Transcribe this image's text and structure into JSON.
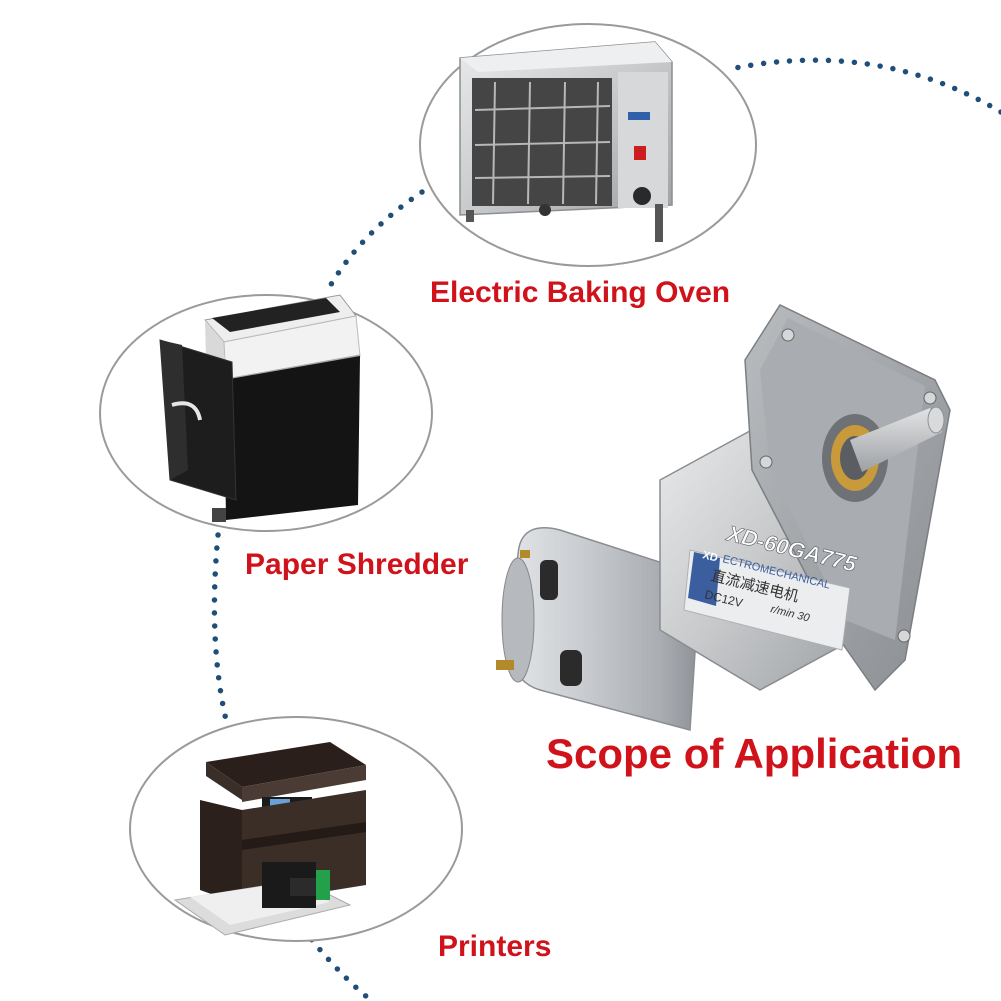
{
  "labels": {
    "oven": "Electric Baking Oven",
    "shredder": "Paper Shredder",
    "printers": "Printers",
    "scope": "Scope of Application"
  },
  "motor": {
    "model_text": "XD-60GA775",
    "brand_text": "XD",
    "sub_text": "ECTROMECHANICAL",
    "chinese_text": "直流减速电机",
    "voltage_text": "DC12V",
    "speed_text": "r/min 30"
  },
  "colors": {
    "accent": "#d0121b",
    "dots": "#1f4e79",
    "circle_border": "#9a9a9a"
  }
}
